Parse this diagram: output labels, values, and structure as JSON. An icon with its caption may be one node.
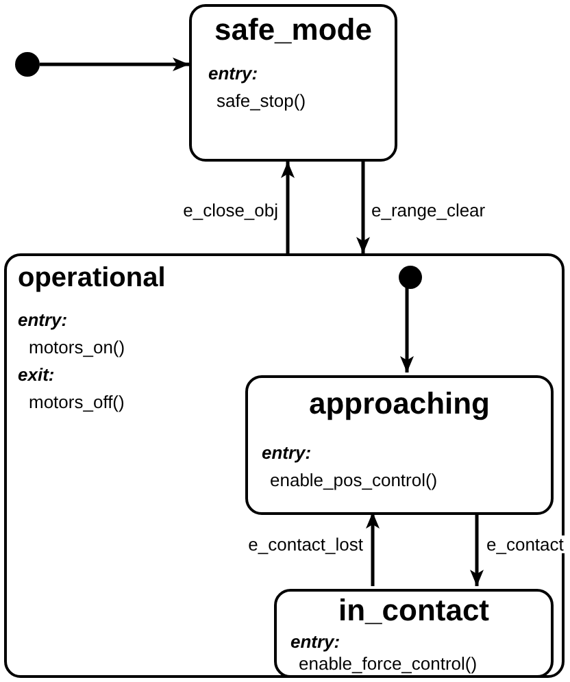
{
  "diagram": {
    "nodes": [
      {
        "text": [],
        "shape": "circle"
      },
      {
        "text": [
          "safe_mode",
          "entry:",
          "safe_stop()"
        ]
      },
      {
        "text": [
          "operational",
          "entry:",
          "motors_on()",
          "exit:",
          "motors_off()"
        ]
      },
      {
        "text": [],
        "shape": "circle",
        "in": 2
      },
      {
        "text": [
          "approaching",
          "entry:",
          "enable_pos_control()"
        ],
        "in": 2
      },
      {
        "text": [
          "in_contact",
          "entry:",
          "enable_force_control()"
        ],
        "in": 2
      }
    ],
    "edges": [
      {
        "from": 0,
        "to": 1,
        "arrow": "to"
      },
      {
        "from": 2,
        "to": 1,
        "arrow": "to",
        "label": "e_close_obj"
      },
      {
        "from": 1,
        "to": 2,
        "arrow": "to",
        "label": "e_range_clear"
      },
      {
        "from": 3,
        "to": 4,
        "arrow": "to"
      },
      {
        "from": 5,
        "to": 4,
        "arrow": "to",
        "label": "e_contact_lost"
      },
      {
        "from": 4,
        "to": 5,
        "arrow": "to",
        "label": "e_contact"
      }
    ]
  }
}
